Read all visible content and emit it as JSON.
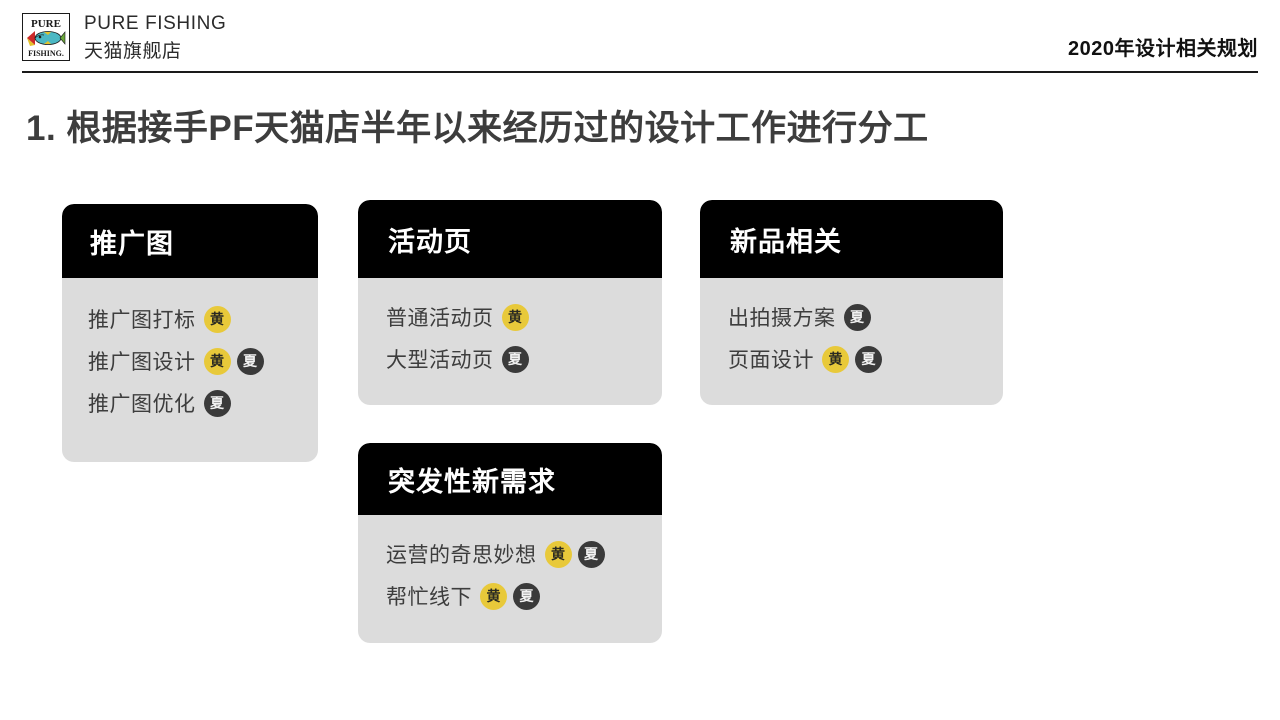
{
  "header": {
    "logo": {
      "icon_name": "pure-fishing-logo",
      "top_text": "PURE",
      "bottom_text": "FISHING.",
      "colors": {
        "fish_body": "#4bb8c4",
        "accent_yellow": "#e3c22a",
        "accent_red": "#cc2a2a",
        "accent_green": "#6aa63a",
        "outline": "#1a1a1a"
      }
    },
    "brand_en": "PURE FISHING",
    "brand_cn": "天猫旗舰店",
    "right_title": "2020年设计相关规划"
  },
  "page_title": "1. 根据接手PF天猫店半年以来经历过的设计工作进行分工",
  "badge_colors": {
    "yellow_bg": "#e8c93a",
    "yellow_text": "#2a2a22",
    "dark_bg": "#3a3a3a",
    "dark_text": "#f2f2f2"
  },
  "cards": [
    {
      "title": "推广图",
      "rows": [
        {
          "label": "推广图打标",
          "badges": [
            "黄"
          ]
        },
        {
          "label": "推广图设计",
          "badges": [
            "黄",
            "夏"
          ]
        },
        {
          "label": "推广图优化",
          "badges": [
            "夏"
          ]
        }
      ]
    },
    {
      "title": "活动页",
      "rows": [
        {
          "label": "普通活动页",
          "badges": [
            "黄"
          ]
        },
        {
          "label": "大型活动页",
          "badges": [
            "夏"
          ]
        }
      ]
    },
    {
      "title": "新品相关",
      "rows": [
        {
          "label": "出拍摄方案",
          "badges": [
            "夏"
          ]
        },
        {
          "label": "页面设计",
          "badges": [
            "黄",
            "夏"
          ]
        }
      ]
    },
    {
      "title": "突发性新需求",
      "rows": [
        {
          "label": "运营的奇思妙想",
          "badges": [
            "黄",
            "夏"
          ]
        },
        {
          "label": "帮忙线下",
          "badges": [
            "黄",
            "夏"
          ]
        }
      ]
    }
  ]
}
